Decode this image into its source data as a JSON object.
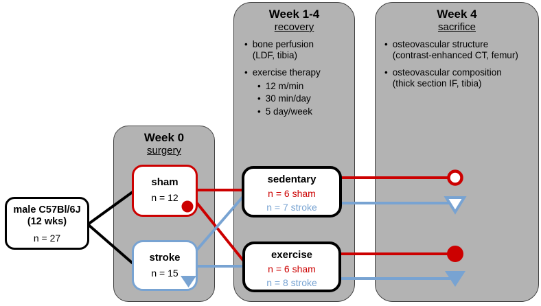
{
  "colors": {
    "red": "#cc0000",
    "blue": "#78a3d2",
    "panel_gray": "#b3b3b3",
    "panel_border": "#404040",
    "black": "#000000"
  },
  "cohort": {
    "strain": "male C57Bl/6J",
    "age": "(12 wks)",
    "n": "n = 27"
  },
  "panels": {
    "week0": {
      "title": "Week 0",
      "subtitle": "surgery"
    },
    "week14": {
      "title": "Week 1-4",
      "subtitle": "recovery",
      "items": [
        {
          "line1": "bone perfusion",
          "line2": "(LDF, tibia)"
        },
        {
          "line1": "exercise therapy"
        }
      ],
      "exercise_details": [
        "12 m/min",
        "30 min/day",
        "5 day/week"
      ]
    },
    "week4": {
      "title": "Week 4",
      "subtitle": "sacrifice",
      "items": [
        {
          "line1": "osteovascular structure",
          "line2": "(contrast-enhanced CT, femur)"
        },
        {
          "line1": "osteovascular composition",
          "line2": "(thick section IF, tibia)"
        }
      ]
    }
  },
  "groups": {
    "sham": {
      "label": "sham",
      "n": "n = 12",
      "marker": "filled-red-circle"
    },
    "stroke": {
      "label": "stroke",
      "n": "n = 15",
      "marker": "filled-blue-triangle-down"
    },
    "sedentary": {
      "label": "sedentary",
      "n_sham": "n = 6 sham",
      "n_stroke": "n = 7 stroke",
      "endpoint_sham_marker": "open-red-circle",
      "endpoint_stroke_marker": "open-blue-triangle-down"
    },
    "exercise": {
      "label": "exercise",
      "n_sham": "n = 6 sham",
      "n_stroke": "n = 8 stroke",
      "endpoint_sham_marker": "filled-red-circle",
      "endpoint_stroke_marker": "filled-blue-triangle-down"
    }
  }
}
